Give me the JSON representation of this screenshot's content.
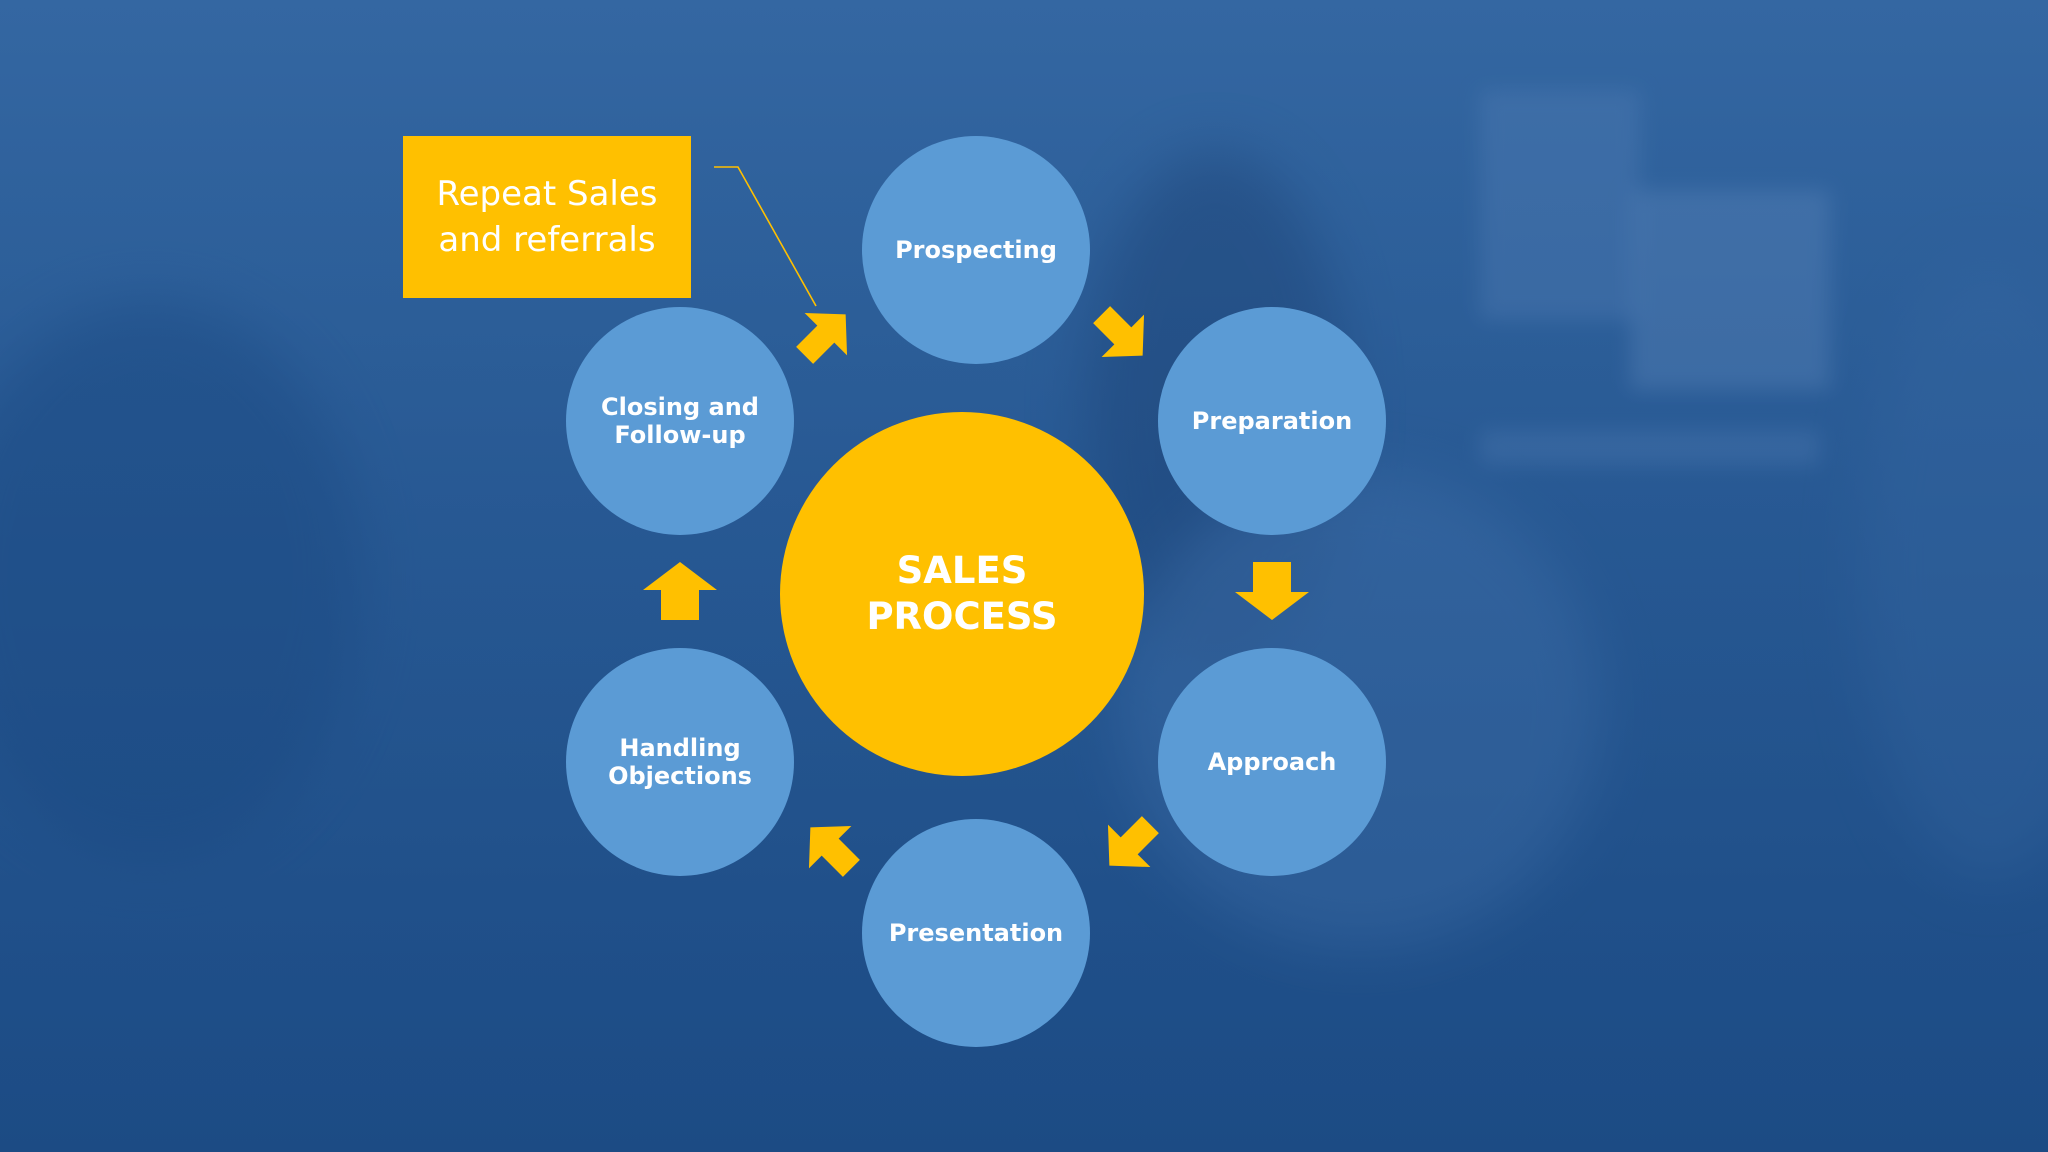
{
  "diagram": {
    "center": {
      "label": "SALES PROCESS"
    },
    "callout": {
      "label": "Repeat Sales and referrals"
    },
    "steps": [
      {
        "label": "Prospecting"
      },
      {
        "label": "Preparation"
      },
      {
        "label": "Approach"
      },
      {
        "label": "Presentation"
      },
      {
        "label": "Handling Objections"
      },
      {
        "label": "Closing and Follow-up"
      }
    ]
  },
  "colors": {
    "step_fill": "#5b9bd5",
    "center_fill": "#ffc000",
    "arrow_fill": "#ffc000",
    "background": "#2c5e98",
    "text": "#ffffff"
  }
}
